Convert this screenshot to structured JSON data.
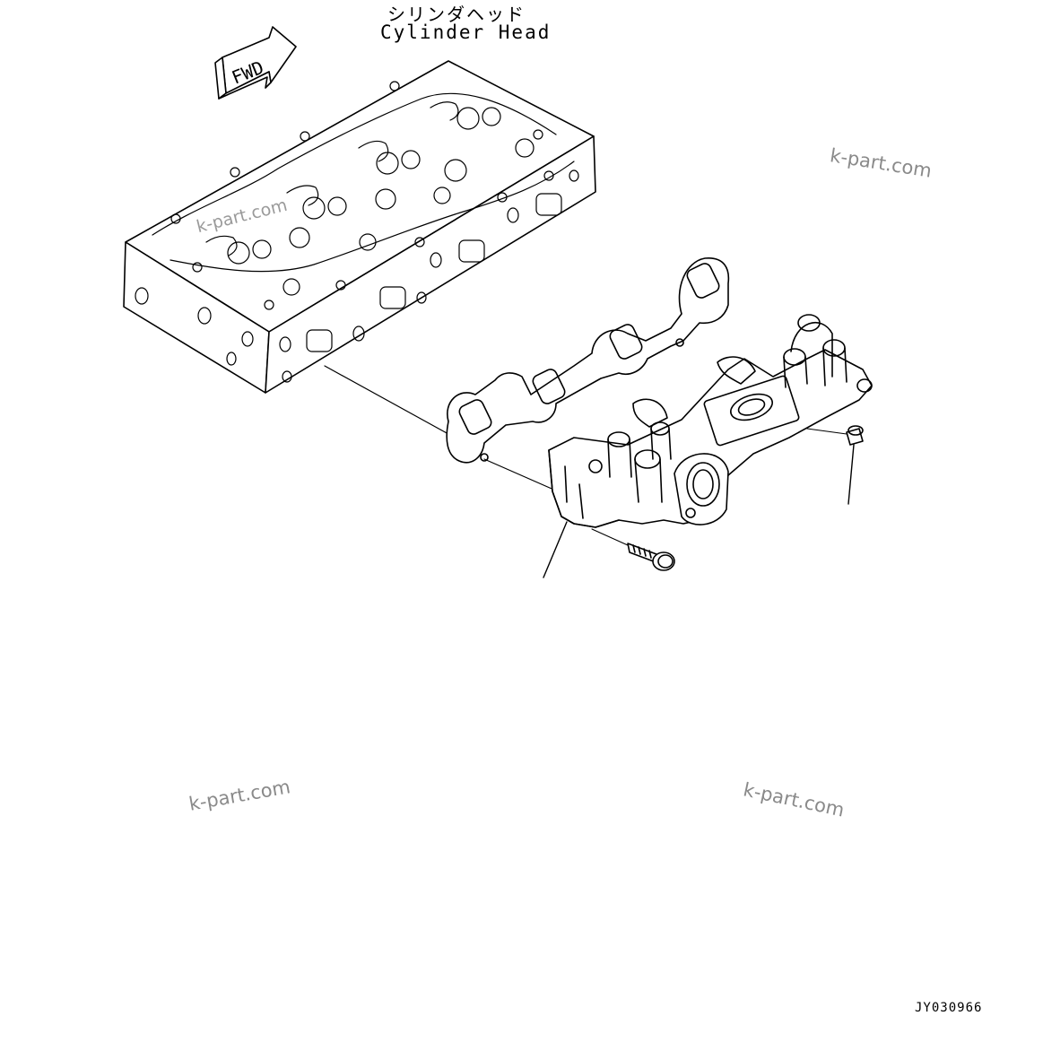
{
  "labels": {
    "part_jp": "シリンダヘッド",
    "part_en": "Cylinder Head",
    "fwd_arrow": "FWD",
    "drawing_code": "JY030966"
  },
  "watermarks": [
    "k-part.com",
    "k-part.com",
    "k-part.com",
    "k-part.com"
  ],
  "icons": [
    "fwd-arrow-icon"
  ],
  "colors": {
    "line": "#000000",
    "watermark": "#8a8a8a",
    "background": "#ffffff"
  }
}
